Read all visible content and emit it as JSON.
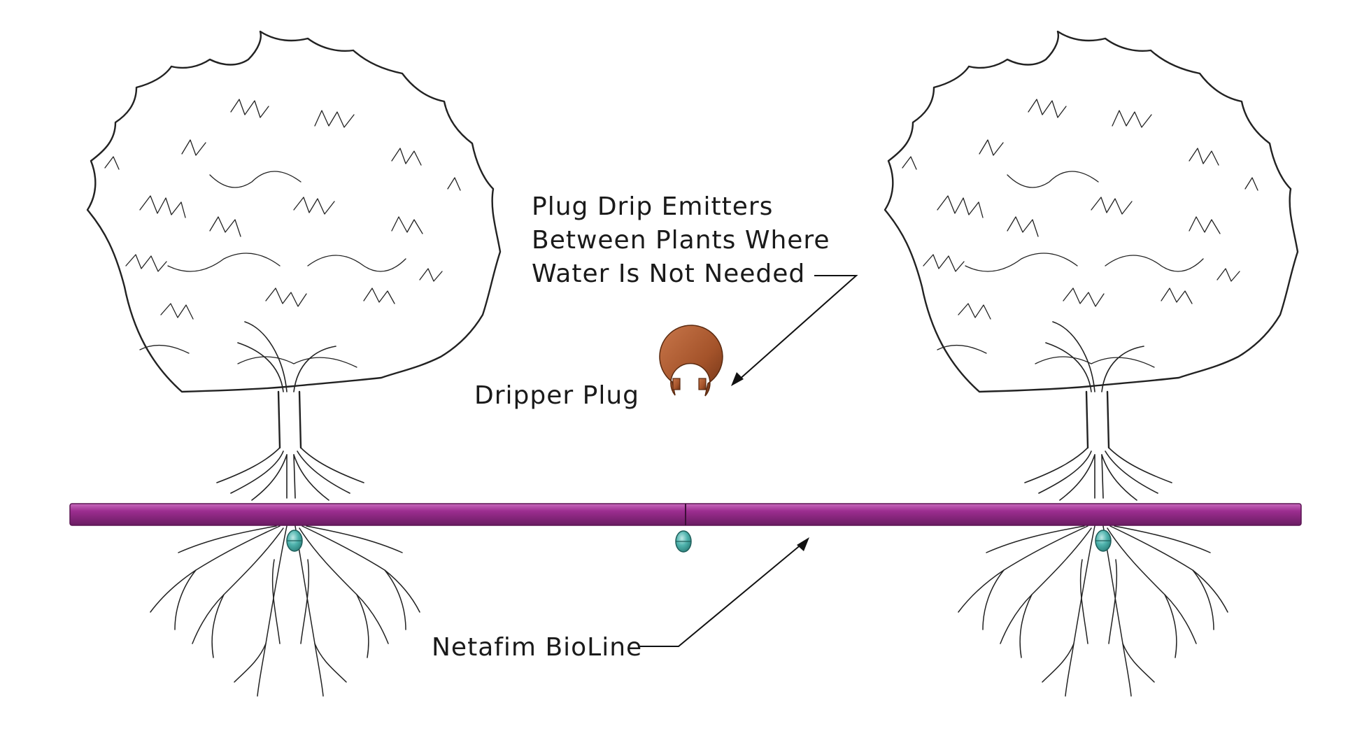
{
  "labels": {
    "plug_instruction_line1": "Plug Drip Emitters",
    "plug_instruction_line2": "Between Plants Where",
    "plug_instruction_line3": "Water Is Not Needed",
    "dripper_plug": "Dripper Plug",
    "bioline": "Netafim BioLine"
  },
  "colors": {
    "pipe": "#9b2d8f",
    "pipe_highlight": "#c86abd",
    "pipe_shadow": "#6a1c62",
    "emitter": "#4fb3ad",
    "emitter_dark": "#2b7f7a",
    "dripper_plug": "#a4532a",
    "line_art": "#222222"
  },
  "icons": {
    "left_tree": "tree-with-roots-icon",
    "right_tree": "tree-with-roots-icon",
    "dripper_plug": "dripper-plug-clip-icon",
    "emitter": "drip-emitter-icon"
  }
}
